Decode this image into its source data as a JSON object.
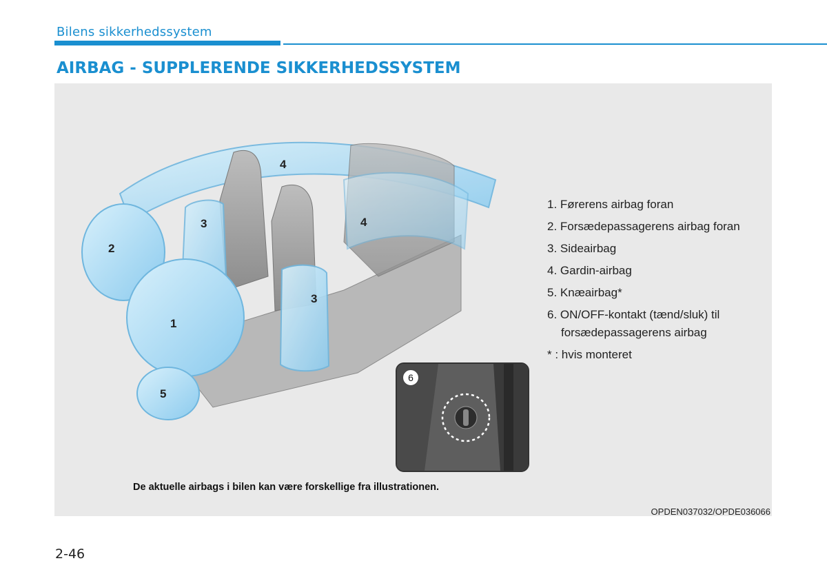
{
  "header": {
    "section_title": "Bilens sikkerhedssystem",
    "main_title": "AIRBAG - SUPPLERENDE SIKKERHEDSSYSTEM"
  },
  "figure": {
    "callouts": [
      "1",
      "2",
      "3",
      "3",
      "4",
      "4",
      "5"
    ],
    "legend": [
      "1. Førerens airbag foran",
      "2. Forsædepassagerens airbag foran",
      "3. Sideairbag",
      "4. Gardin-airbag",
      "5. Knæairbag*",
      "6. ON/OFF-kontakt (tænd/sluk) til",
      "forsædepassagerens airbag",
      "* : hvis monteret"
    ],
    "inset_number": "6",
    "caption": "De aktuelle airbags i bilen kan være forskellige fra illustrationen.",
    "code": "OPDEN037032/OPDE036066"
  },
  "page_number": "2-46",
  "colors": {
    "accent": "#1a8fd0",
    "airbag": "#a8dcf5",
    "figure_bg": "#e9e9e9"
  }
}
